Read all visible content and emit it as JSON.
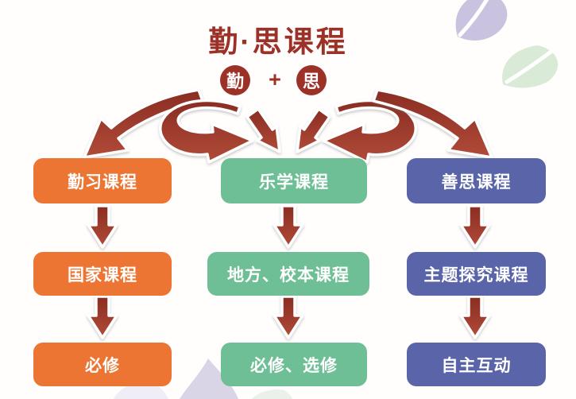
{
  "title": "勤·思课程",
  "formula": {
    "left_circle": "勤",
    "plus": "+",
    "right_circle": "思"
  },
  "columns": [
    {
      "key": "qinxi",
      "color": "#ED7533",
      "boxes": [
        "勤习课程",
        "国家课程",
        "必修"
      ]
    },
    {
      "key": "lexue",
      "color": "#6FBF96",
      "boxes": [
        "乐学课程",
        "地方、校本课程",
        "必修、选修"
      ]
    },
    {
      "key": "shansi",
      "color": "#5A65A9",
      "boxes": [
        "善思课程",
        "主题探究课程",
        "自主互动"
      ]
    }
  ],
  "colors": {
    "accent_red": "#9C3128",
    "arrow_red_dark": "#8A2D22",
    "arrow_red_light": "#B14B39",
    "orange": "#ED7533",
    "green": "#6FBF96",
    "blue": "#5A65A9",
    "leaf_purple": "#C9C3E0",
    "leaf_green": "#D9EAD6",
    "leaf_lavender": "#DAD4E7",
    "background": "#FFFEFD"
  }
}
